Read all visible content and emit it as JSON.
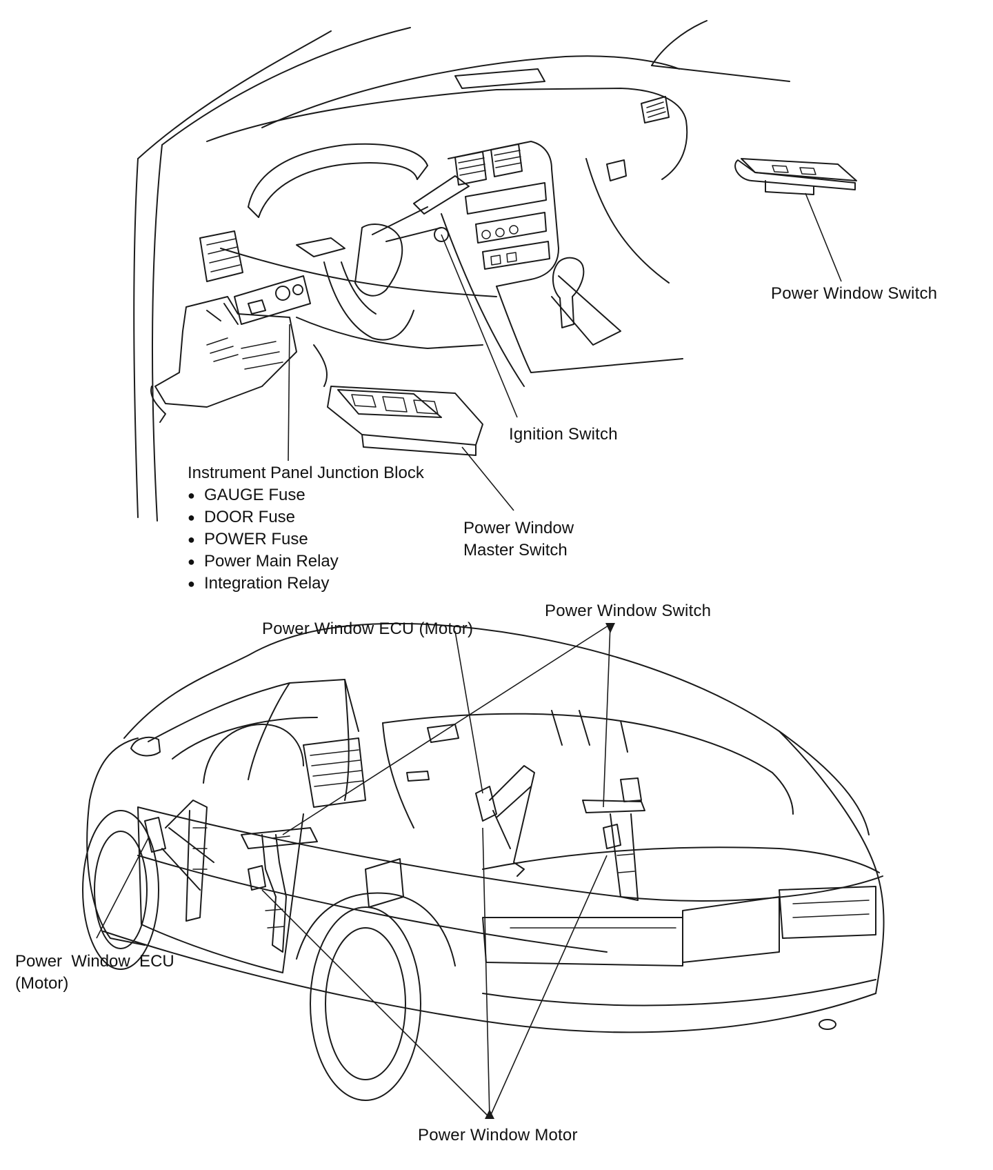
{
  "labels": {
    "power_window_switch_top": "Power Window Switch",
    "ignition_switch": "Ignition Switch",
    "junction_block_title": "Instrument Panel Junction Block",
    "junction_block_items": [
      "GAUGE Fuse",
      "DOOR Fuse",
      "POWER Fuse",
      "Power Main Relay",
      "Integration Relay"
    ],
    "master_switch_line1": "Power Window",
    "master_switch_line2": "Master Switch",
    "power_window_switch_bottom": "Power Window Switch",
    "ecu_motor_top": "Power Window ECU (Motor)",
    "ecu_motor_left_line1": "Power  Window  ECU",
    "ecu_motor_left_line2": "(Motor)",
    "power_window_motor": "Power Window Motor"
  }
}
